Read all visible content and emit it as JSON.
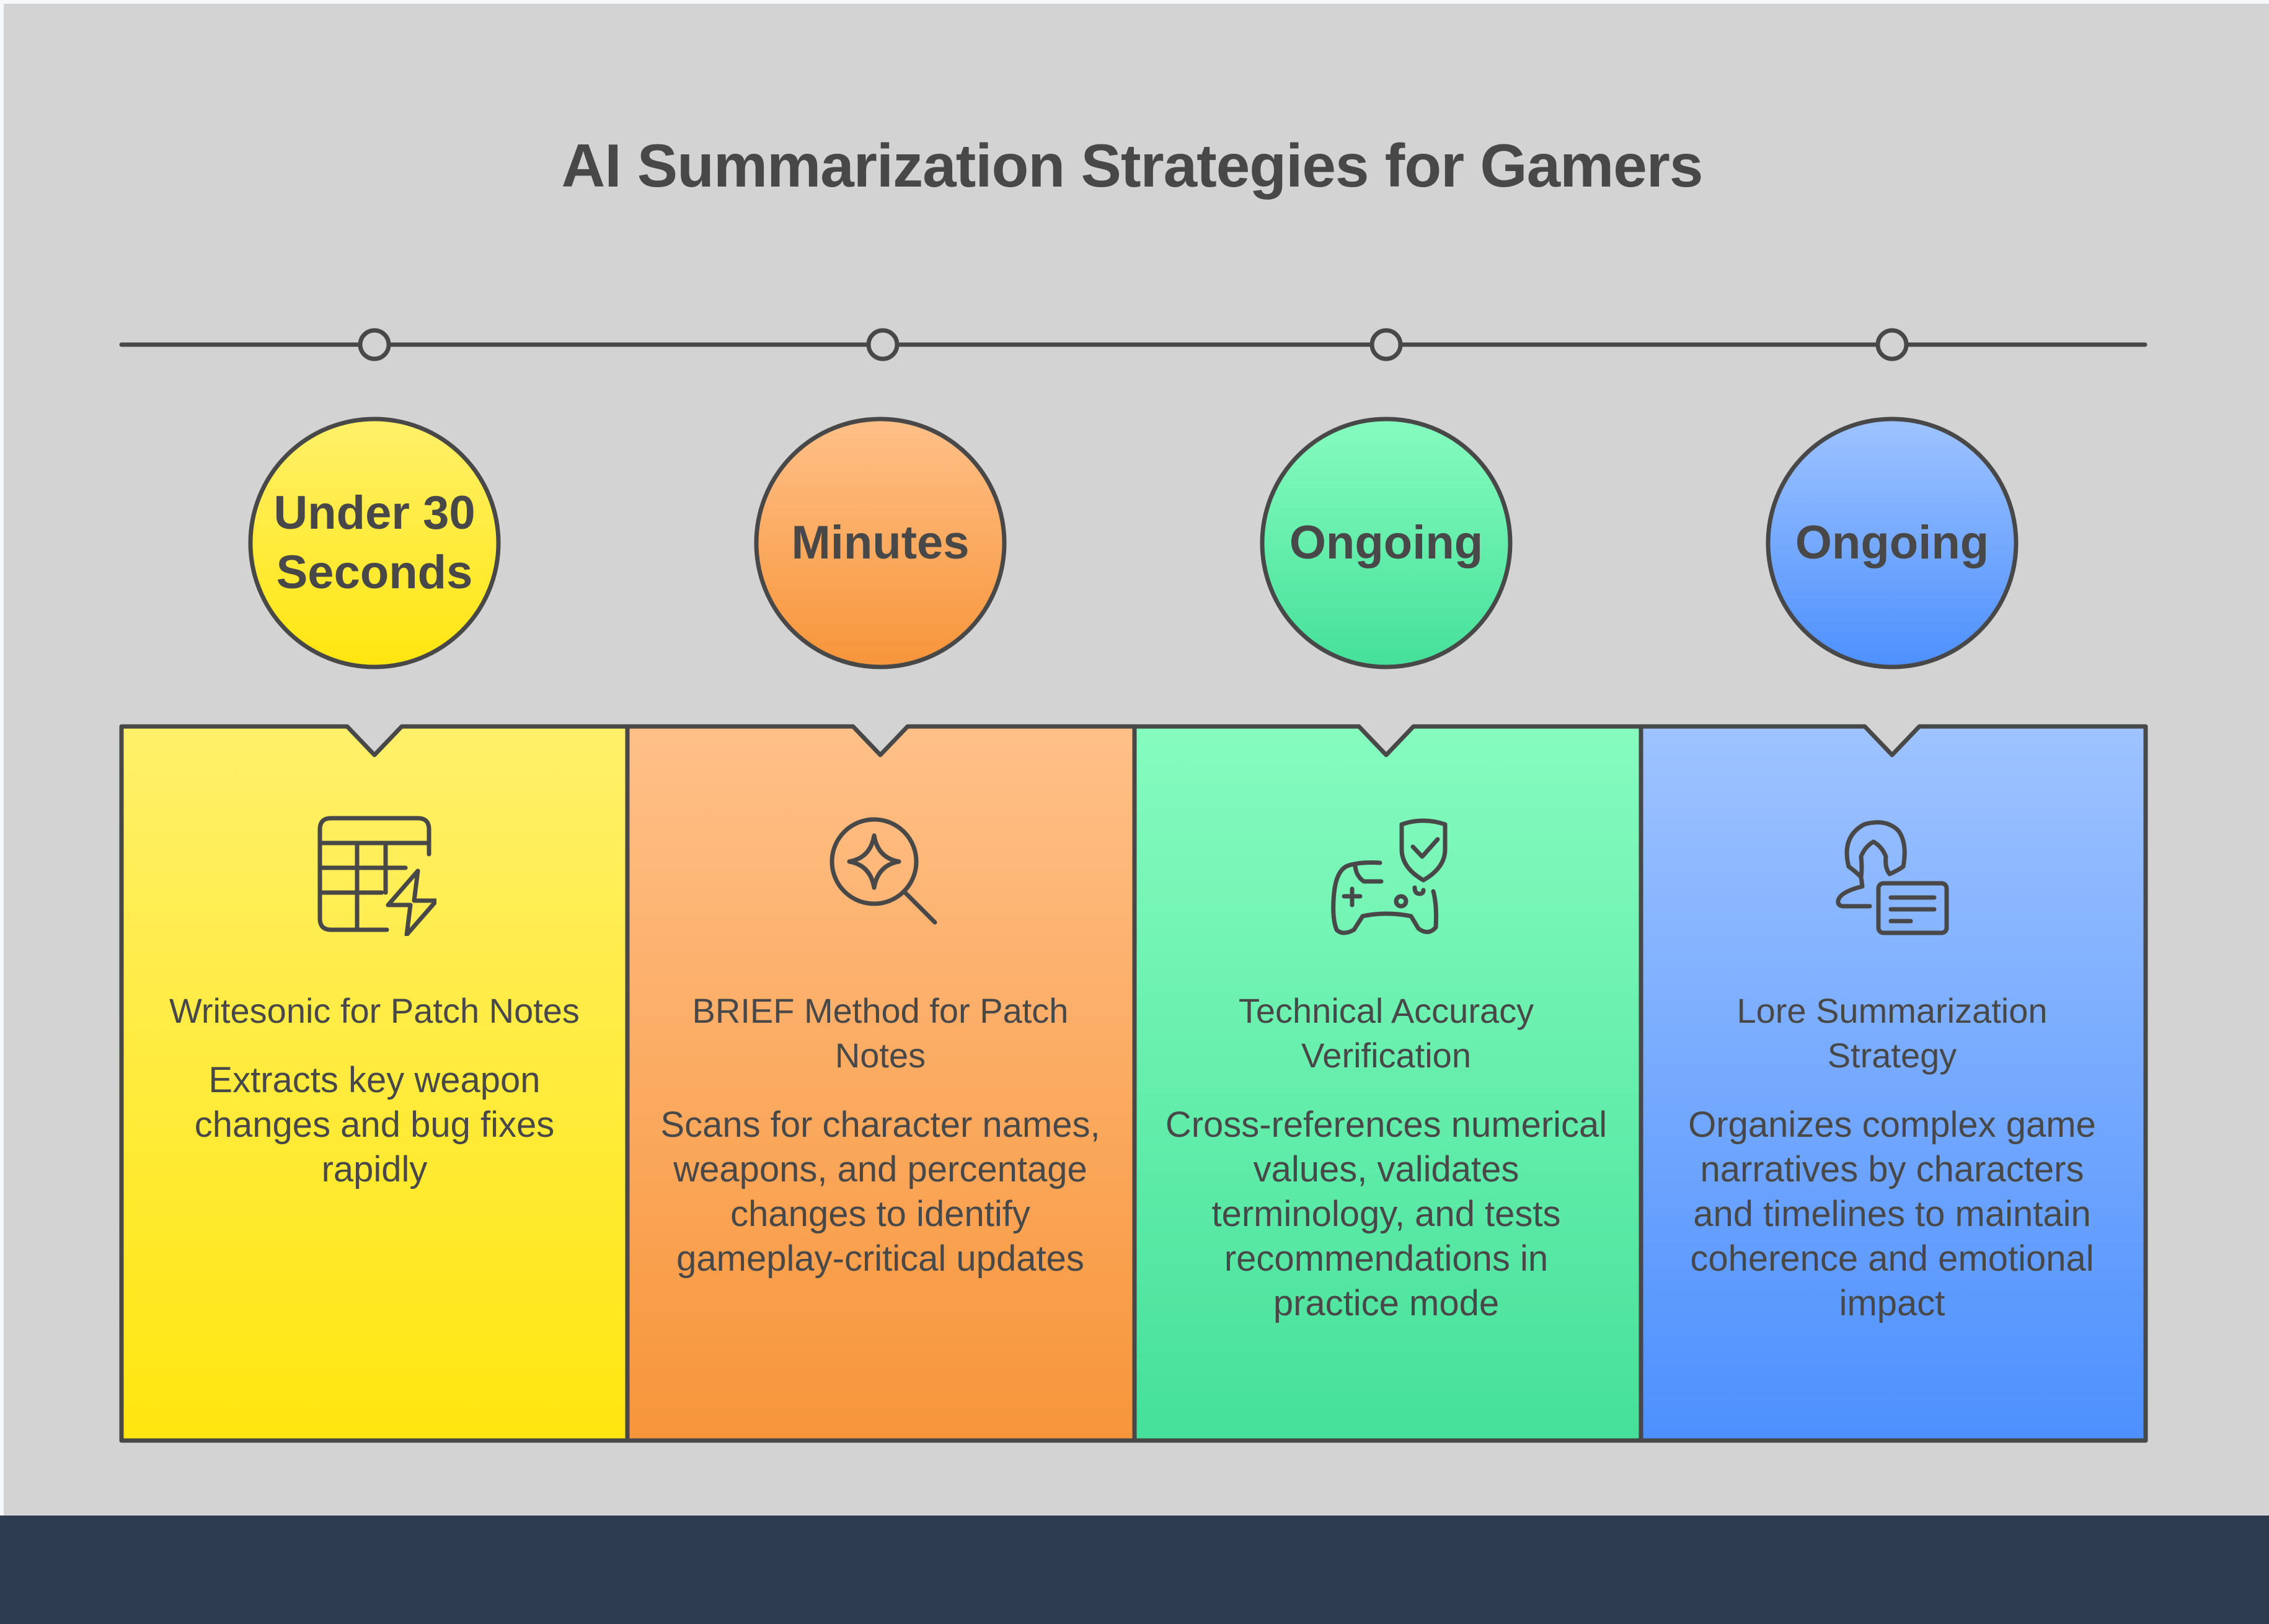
{
  "title": "AI Summarization Strategies for Gamers",
  "colors": {
    "panel_bg": "#d3d3d3",
    "footer_band": "#2d3c4f",
    "stroke": "#484848",
    "text": "#484848"
  },
  "stages": [
    {
      "circle_label": "Under 30 Seconds",
      "circle_lines": [
        "Under 30",
        "Seconds"
      ],
      "icon": "table-lightning-icon",
      "card_title": "Writesonic for Patch Notes",
      "card_description": "Extracts key weapon changes and bug fixes rapidly",
      "color_top": "#fff06a",
      "color_bottom": "#ffe60f"
    },
    {
      "circle_label": "Minutes",
      "circle_lines": [
        "Minutes"
      ],
      "icon": "sparkle-search-icon",
      "card_title": "BRIEF Method for Patch Notes",
      "card_description": "Scans for character names, weapons, and percentage changes to identify gameplay-critical updates",
      "color_top": "#ffc088",
      "color_bottom": "#f7953a"
    },
    {
      "circle_label": "Ongoing",
      "circle_lines": [
        "Ongoing"
      ],
      "icon": "gamepad-shield-check-icon",
      "card_title": "Technical Accuracy Verification",
      "card_description": "Cross-references numerical values, validates terminology, and tests recommendations in practice mode",
      "color_top": "#86fcbf",
      "color_bottom": "#45e09a"
    },
    {
      "circle_label": "Ongoing",
      "circle_lines": [
        "Ongoing"
      ],
      "icon": "user-document-icon",
      "card_title": "Lore Summarization Strategy",
      "card_description": "Organizes complex game narratives by characters and timelines to maintain coherence and emotional impact",
      "color_top": "#9ec3ff",
      "color_bottom": "#4d90fe"
    }
  ]
}
